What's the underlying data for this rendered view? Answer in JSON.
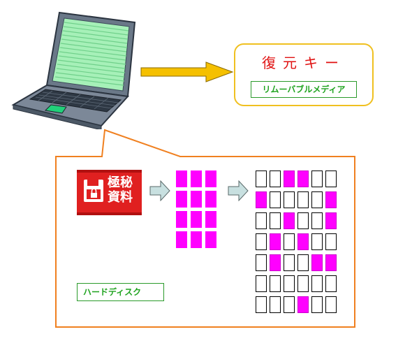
{
  "recovery_key": {
    "title": "復元キー",
    "media_label": "リムーバブルメディア"
  },
  "secret_doc": {
    "line1": "極秘",
    "line2": "資料"
  },
  "disk": {
    "label": "ハードディスク"
  },
  "colors": {
    "accent_magenta": "#ff00ff",
    "frame_orange": "#f08020",
    "bubble_yellow": "#f0c020",
    "label_green": "#1fa31f",
    "title_red": "#e01010"
  },
  "encrypted_blocks": {
    "rows": 4,
    "cols": 3
  },
  "disk_grid": {
    "rows": 7,
    "cols": 6,
    "filled": [
      [
        0,
        0,
        1,
        1,
        0,
        0
      ],
      [
        1,
        0,
        0,
        0,
        0,
        1
      ],
      [
        0,
        0,
        1,
        0,
        0,
        1
      ],
      [
        0,
        1,
        0,
        1,
        0,
        0
      ],
      [
        0,
        1,
        0,
        0,
        1,
        1
      ],
      [
        0,
        0,
        0,
        0,
        0,
        0
      ],
      [
        0,
        0,
        0,
        1,
        0,
        0
      ]
    ]
  }
}
